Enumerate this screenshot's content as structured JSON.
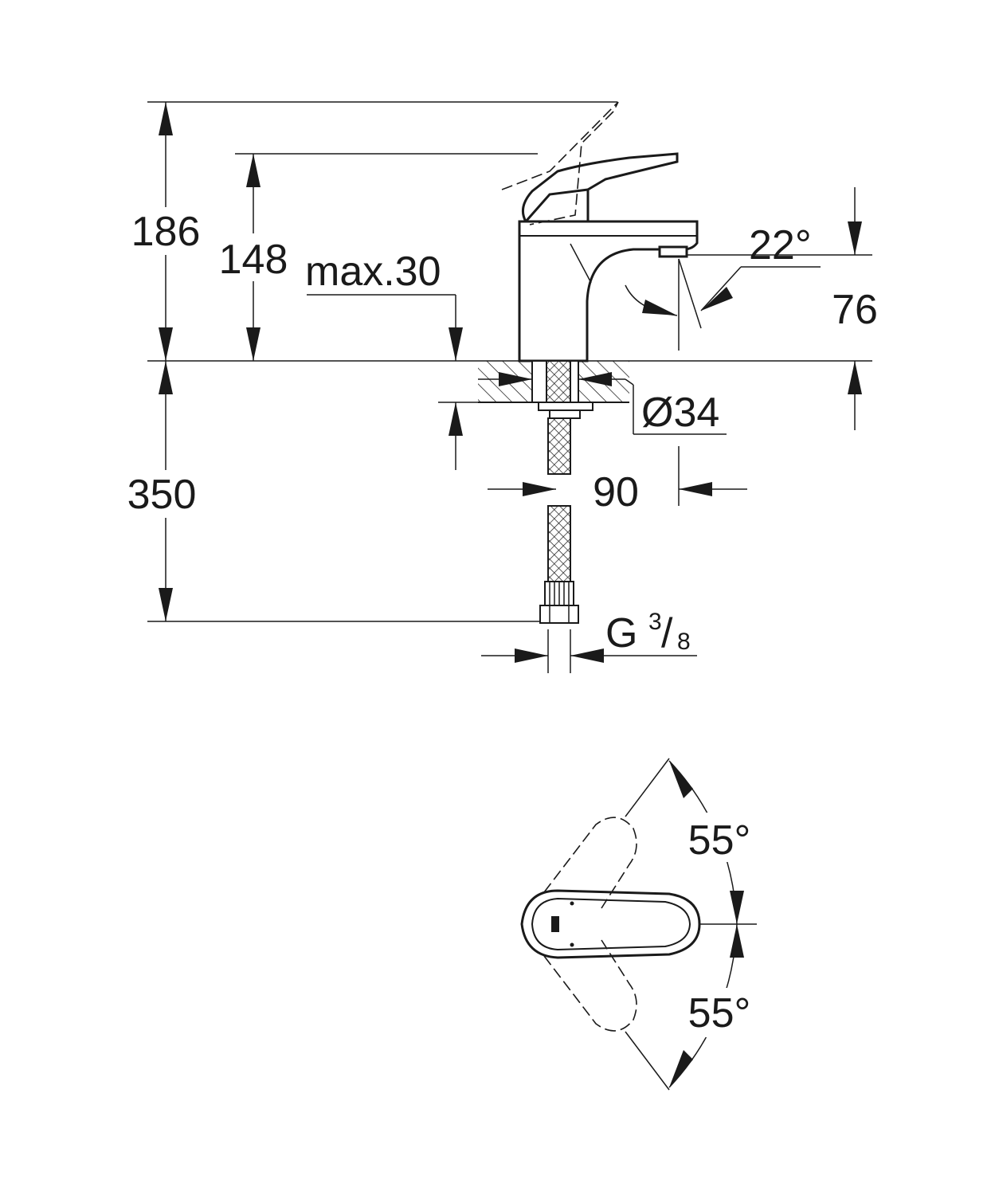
{
  "side_view": {
    "dim_total_height": "186",
    "dim_spout_height": "148",
    "dim_deck_thickness": "max.30",
    "dim_outlet_angle": "22°",
    "dim_outlet_height": "76",
    "dim_hole_diameter": "Ø34",
    "dim_spout_reach": "90",
    "dim_hose_length": "350",
    "dim_thread_main": "G",
    "dim_thread_num": "3",
    "dim_thread_den": "8"
  },
  "top_view": {
    "dim_angle_back": "55°",
    "dim_angle_front": "55°"
  }
}
